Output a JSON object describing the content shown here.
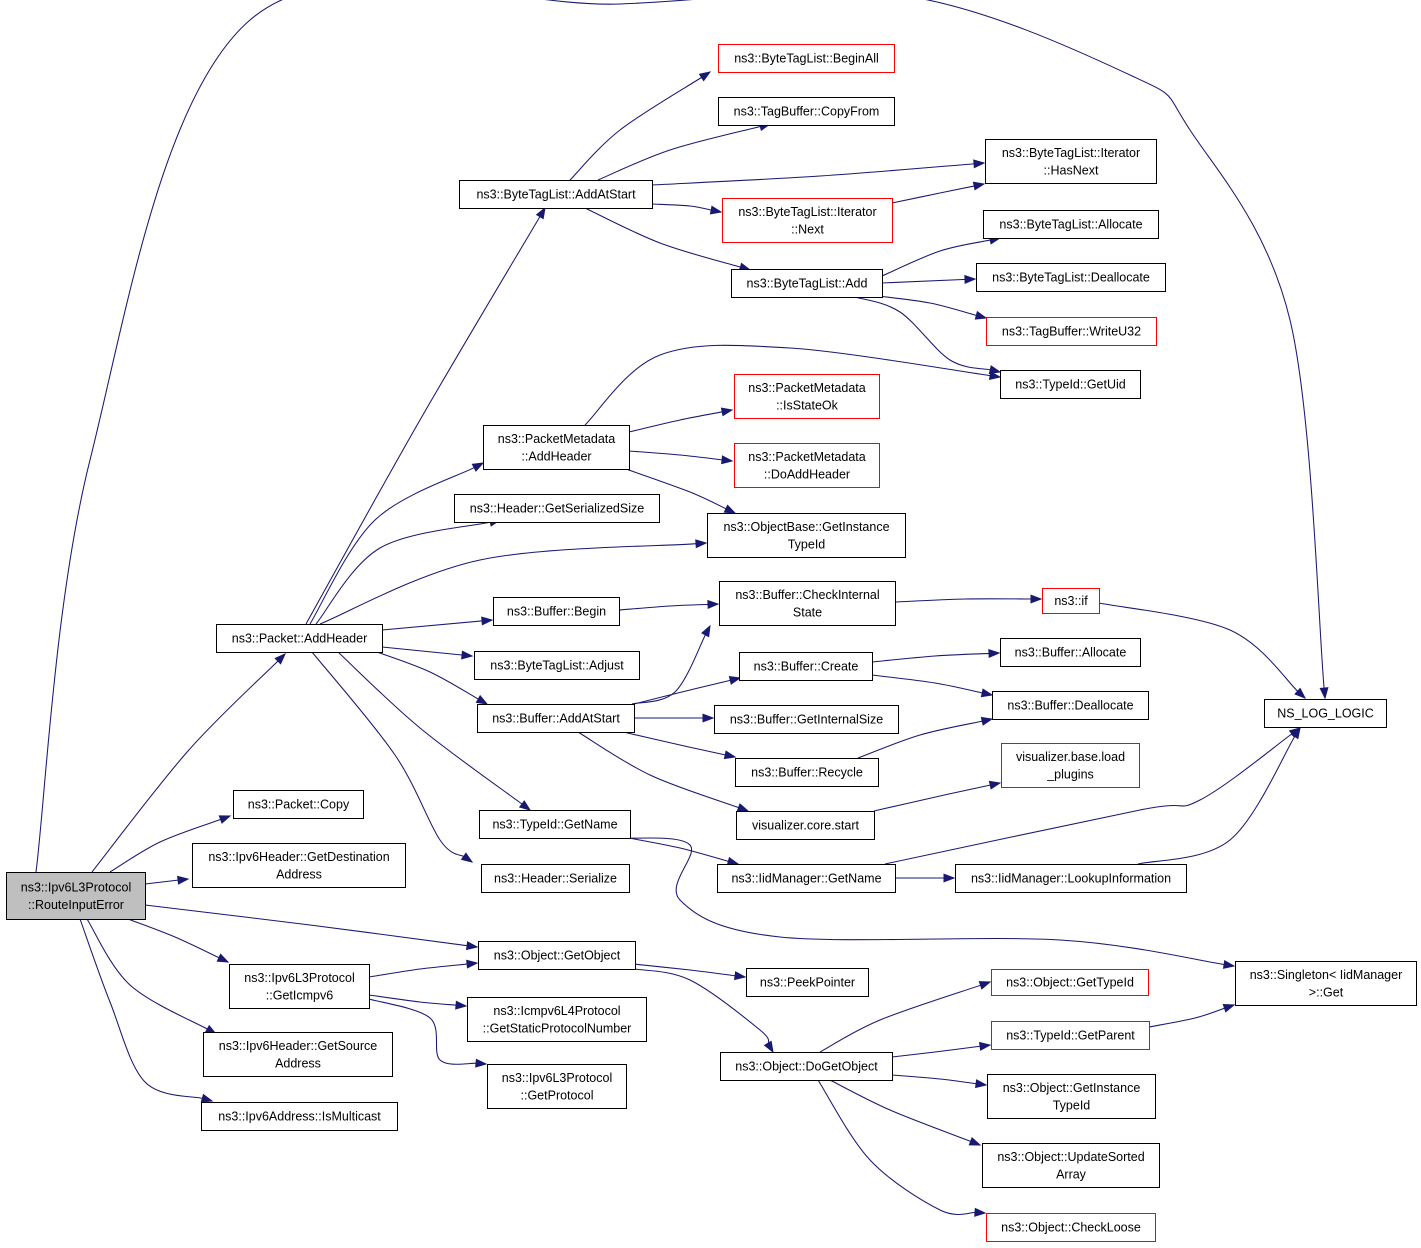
{
  "graph": {
    "nodes": [
      {
        "id": "root",
        "lines": [
          "ns3::Ipv6L3Protocol",
          "::RouteInputError"
        ],
        "style": "root"
      },
      {
        "id": "n1",
        "lines": [
          "ns3::Packet::AddHeader"
        ],
        "style": "black"
      },
      {
        "id": "n2",
        "lines": [
          "ns3::Packet::Copy"
        ],
        "style": "black"
      },
      {
        "id": "n3",
        "lines": [
          "ns3::Ipv6Header::GetDestination",
          "Address"
        ],
        "style": "black"
      },
      {
        "id": "n4",
        "lines": [
          "ns3::Ipv6L3Protocol",
          "::GetIcmpv6"
        ],
        "style": "black"
      },
      {
        "id": "n5",
        "lines": [
          "ns3::Ipv6Header::GetSource",
          "Address"
        ],
        "style": "black"
      },
      {
        "id": "n6",
        "lines": [
          "ns3::Ipv6Address::IsMulticast"
        ],
        "style": "black"
      },
      {
        "id": "n7",
        "lines": [
          "ns3::ByteTagList::AddAtStart"
        ],
        "style": "black"
      },
      {
        "id": "n8",
        "lines": [
          "ns3::PacketMetadata",
          "::AddHeader"
        ],
        "style": "black"
      },
      {
        "id": "n9",
        "lines": [
          "ns3::Header::GetSerializedSize"
        ],
        "style": "black"
      },
      {
        "id": "n10",
        "lines": [
          "ns3::Buffer::Begin"
        ],
        "style": "black"
      },
      {
        "id": "n11",
        "lines": [
          "ns3::ByteTagList::Adjust"
        ],
        "style": "black"
      },
      {
        "id": "n12",
        "lines": [
          "ns3::Buffer::AddAtStart"
        ],
        "style": "black"
      },
      {
        "id": "n13",
        "lines": [
          "ns3::TypeId::GetName"
        ],
        "style": "black"
      },
      {
        "id": "n14",
        "lines": [
          "ns3::Header::Serialize"
        ],
        "style": "black"
      },
      {
        "id": "n15",
        "lines": [
          "ns3::Object::GetObject"
        ],
        "style": "black"
      },
      {
        "id": "n16",
        "lines": [
          "ns3::Icmpv6L4Protocol",
          "::GetStaticProtocolNumber"
        ],
        "style": "black"
      },
      {
        "id": "n17",
        "lines": [
          "ns3::Ipv6L3Protocol",
          "::GetProtocol"
        ],
        "style": "black"
      },
      {
        "id": "n18",
        "lines": [
          "ns3::ByteTagList::BeginAll"
        ],
        "style": "red"
      },
      {
        "id": "n19",
        "lines": [
          "ns3::TagBuffer::CopyFrom"
        ],
        "style": "black"
      },
      {
        "id": "n20",
        "lines": [
          "ns3::ByteTagList::Iterator",
          "::Next"
        ],
        "style": "red"
      },
      {
        "id": "n21",
        "lines": [
          "ns3::ByteTagList::Add"
        ],
        "style": "black"
      },
      {
        "id": "n22",
        "lines": [
          "ns3::PacketMetadata",
          "::IsStateOk"
        ],
        "style": "red"
      },
      {
        "id": "n23",
        "lines": [
          "ns3::PacketMetadata",
          "::DoAddHeader"
        ],
        "style": "red"
      },
      {
        "id": "n24",
        "lines": [
          "ns3::ObjectBase::GetInstance",
          "TypeId"
        ],
        "style": "black"
      },
      {
        "id": "n25",
        "lines": [
          "ns3::Buffer::CheckInternal",
          "State"
        ],
        "style": "black"
      },
      {
        "id": "n26",
        "lines": [
          "ns3::Buffer::Create"
        ],
        "style": "black"
      },
      {
        "id": "n27",
        "lines": [
          "ns3::Buffer::GetInternalSize"
        ],
        "style": "black"
      },
      {
        "id": "n28",
        "lines": [
          "ns3::Buffer::Recycle"
        ],
        "style": "black"
      },
      {
        "id": "n29",
        "lines": [
          "visualizer.core.start"
        ],
        "style": "black"
      },
      {
        "id": "n30",
        "lines": [
          "ns3::IidManager::GetName"
        ],
        "style": "black"
      },
      {
        "id": "n31",
        "lines": [
          "ns3::PeekPointer"
        ],
        "style": "black"
      },
      {
        "id": "n32",
        "lines": [
          "ns3::Object::DoGetObject"
        ],
        "style": "black"
      },
      {
        "id": "n33",
        "lines": [
          "ns3::ByteTagList::Iterator",
          "::HasNext"
        ],
        "style": "black"
      },
      {
        "id": "n34",
        "lines": [
          "ns3::ByteTagList::Allocate"
        ],
        "style": "black"
      },
      {
        "id": "n35",
        "lines": [
          "ns3::ByteTagList::Deallocate"
        ],
        "style": "black"
      },
      {
        "id": "n36",
        "lines": [
          "ns3::TagBuffer::WriteU32"
        ],
        "style": "red"
      },
      {
        "id": "n37",
        "lines": [
          "ns3::TypeId::GetUid"
        ],
        "style": "black"
      },
      {
        "id": "n38",
        "lines": [
          "ns3::if"
        ],
        "style": "red"
      },
      {
        "id": "n39",
        "lines": [
          "ns3::Buffer::Allocate"
        ],
        "style": "black"
      },
      {
        "id": "n40",
        "lines": [
          "ns3::Buffer::Deallocate"
        ],
        "style": "black"
      },
      {
        "id": "n41",
        "lines": [
          "visualizer.base.load",
          "_plugins"
        ],
        "style": "red"
      },
      {
        "id": "n42",
        "lines": [
          "ns3::IidManager::LookupInformation"
        ],
        "style": "black"
      },
      {
        "id": "n43",
        "lines": [
          "ns3::Object::GetTypeId"
        ],
        "style": "red"
      },
      {
        "id": "n44",
        "lines": [
          "ns3::TypeId::GetParent"
        ],
        "style": "red"
      },
      {
        "id": "n45",
        "lines": [
          "ns3::Object::GetInstance",
          "TypeId"
        ],
        "style": "black"
      },
      {
        "id": "n46",
        "lines": [
          "ns3::Object::UpdateSorted",
          "Array"
        ],
        "style": "black"
      },
      {
        "id": "n47",
        "lines": [
          "ns3::Object::CheckLoose"
        ],
        "style": "red"
      },
      {
        "id": "n48",
        "lines": [
          "NS_LOG_LOGIC"
        ],
        "style": "black"
      },
      {
        "id": "n49",
        "lines": [
          "ns3::Singleton< IidManager",
          " >::Get"
        ],
        "style": "black"
      }
    ],
    "edges": [
      [
        "root",
        "n1"
      ],
      [
        "root",
        "n2"
      ],
      [
        "root",
        "n3"
      ],
      [
        "root",
        "n4"
      ],
      [
        "root",
        "n5"
      ],
      [
        "root",
        "n6"
      ],
      [
        "root",
        "n15"
      ],
      [
        "root",
        "n48"
      ],
      [
        "n1",
        "n7"
      ],
      [
        "n1",
        "n8"
      ],
      [
        "n1",
        "n9"
      ],
      [
        "n1",
        "n24"
      ],
      [
        "n1",
        "n10"
      ],
      [
        "n1",
        "n11"
      ],
      [
        "n1",
        "n12"
      ],
      [
        "n1",
        "n13"
      ],
      [
        "n1",
        "n14"
      ],
      [
        "n7",
        "n18"
      ],
      [
        "n7",
        "n19"
      ],
      [
        "n7",
        "n33"
      ],
      [
        "n7",
        "n20"
      ],
      [
        "n7",
        "n21"
      ],
      [
        "n20",
        "n33"
      ],
      [
        "n21",
        "n34"
      ],
      [
        "n21",
        "n35"
      ],
      [
        "n21",
        "n36"
      ],
      [
        "n21",
        "n37"
      ],
      [
        "n8",
        "n37"
      ],
      [
        "n8",
        "n22"
      ],
      [
        "n8",
        "n23"
      ],
      [
        "n8",
        "n24"
      ],
      [
        "n10",
        "n25"
      ],
      [
        "n25",
        "n38"
      ],
      [
        "n38",
        "n48"
      ],
      [
        "n12",
        "n25"
      ],
      [
        "n12",
        "n26"
      ],
      [
        "n12",
        "n27"
      ],
      [
        "n12",
        "n28"
      ],
      [
        "n12",
        "n29"
      ],
      [
        "n26",
        "n39"
      ],
      [
        "n26",
        "n40"
      ],
      [
        "n28",
        "n40"
      ],
      [
        "n29",
        "n41"
      ],
      [
        "n13",
        "n30"
      ],
      [
        "n13",
        "n49"
      ],
      [
        "n30",
        "n42"
      ],
      [
        "n30",
        "n48"
      ],
      [
        "n42",
        "n48"
      ],
      [
        "n4",
        "n15"
      ],
      [
        "n4",
        "n16"
      ],
      [
        "n4",
        "n17"
      ],
      [
        "n15",
        "n31"
      ],
      [
        "n15",
        "n32"
      ],
      [
        "n32",
        "n43"
      ],
      [
        "n32",
        "n44"
      ],
      [
        "n32",
        "n45"
      ],
      [
        "n32",
        "n46"
      ],
      [
        "n32",
        "n47"
      ],
      [
        "n44",
        "n49"
      ]
    ]
  }
}
